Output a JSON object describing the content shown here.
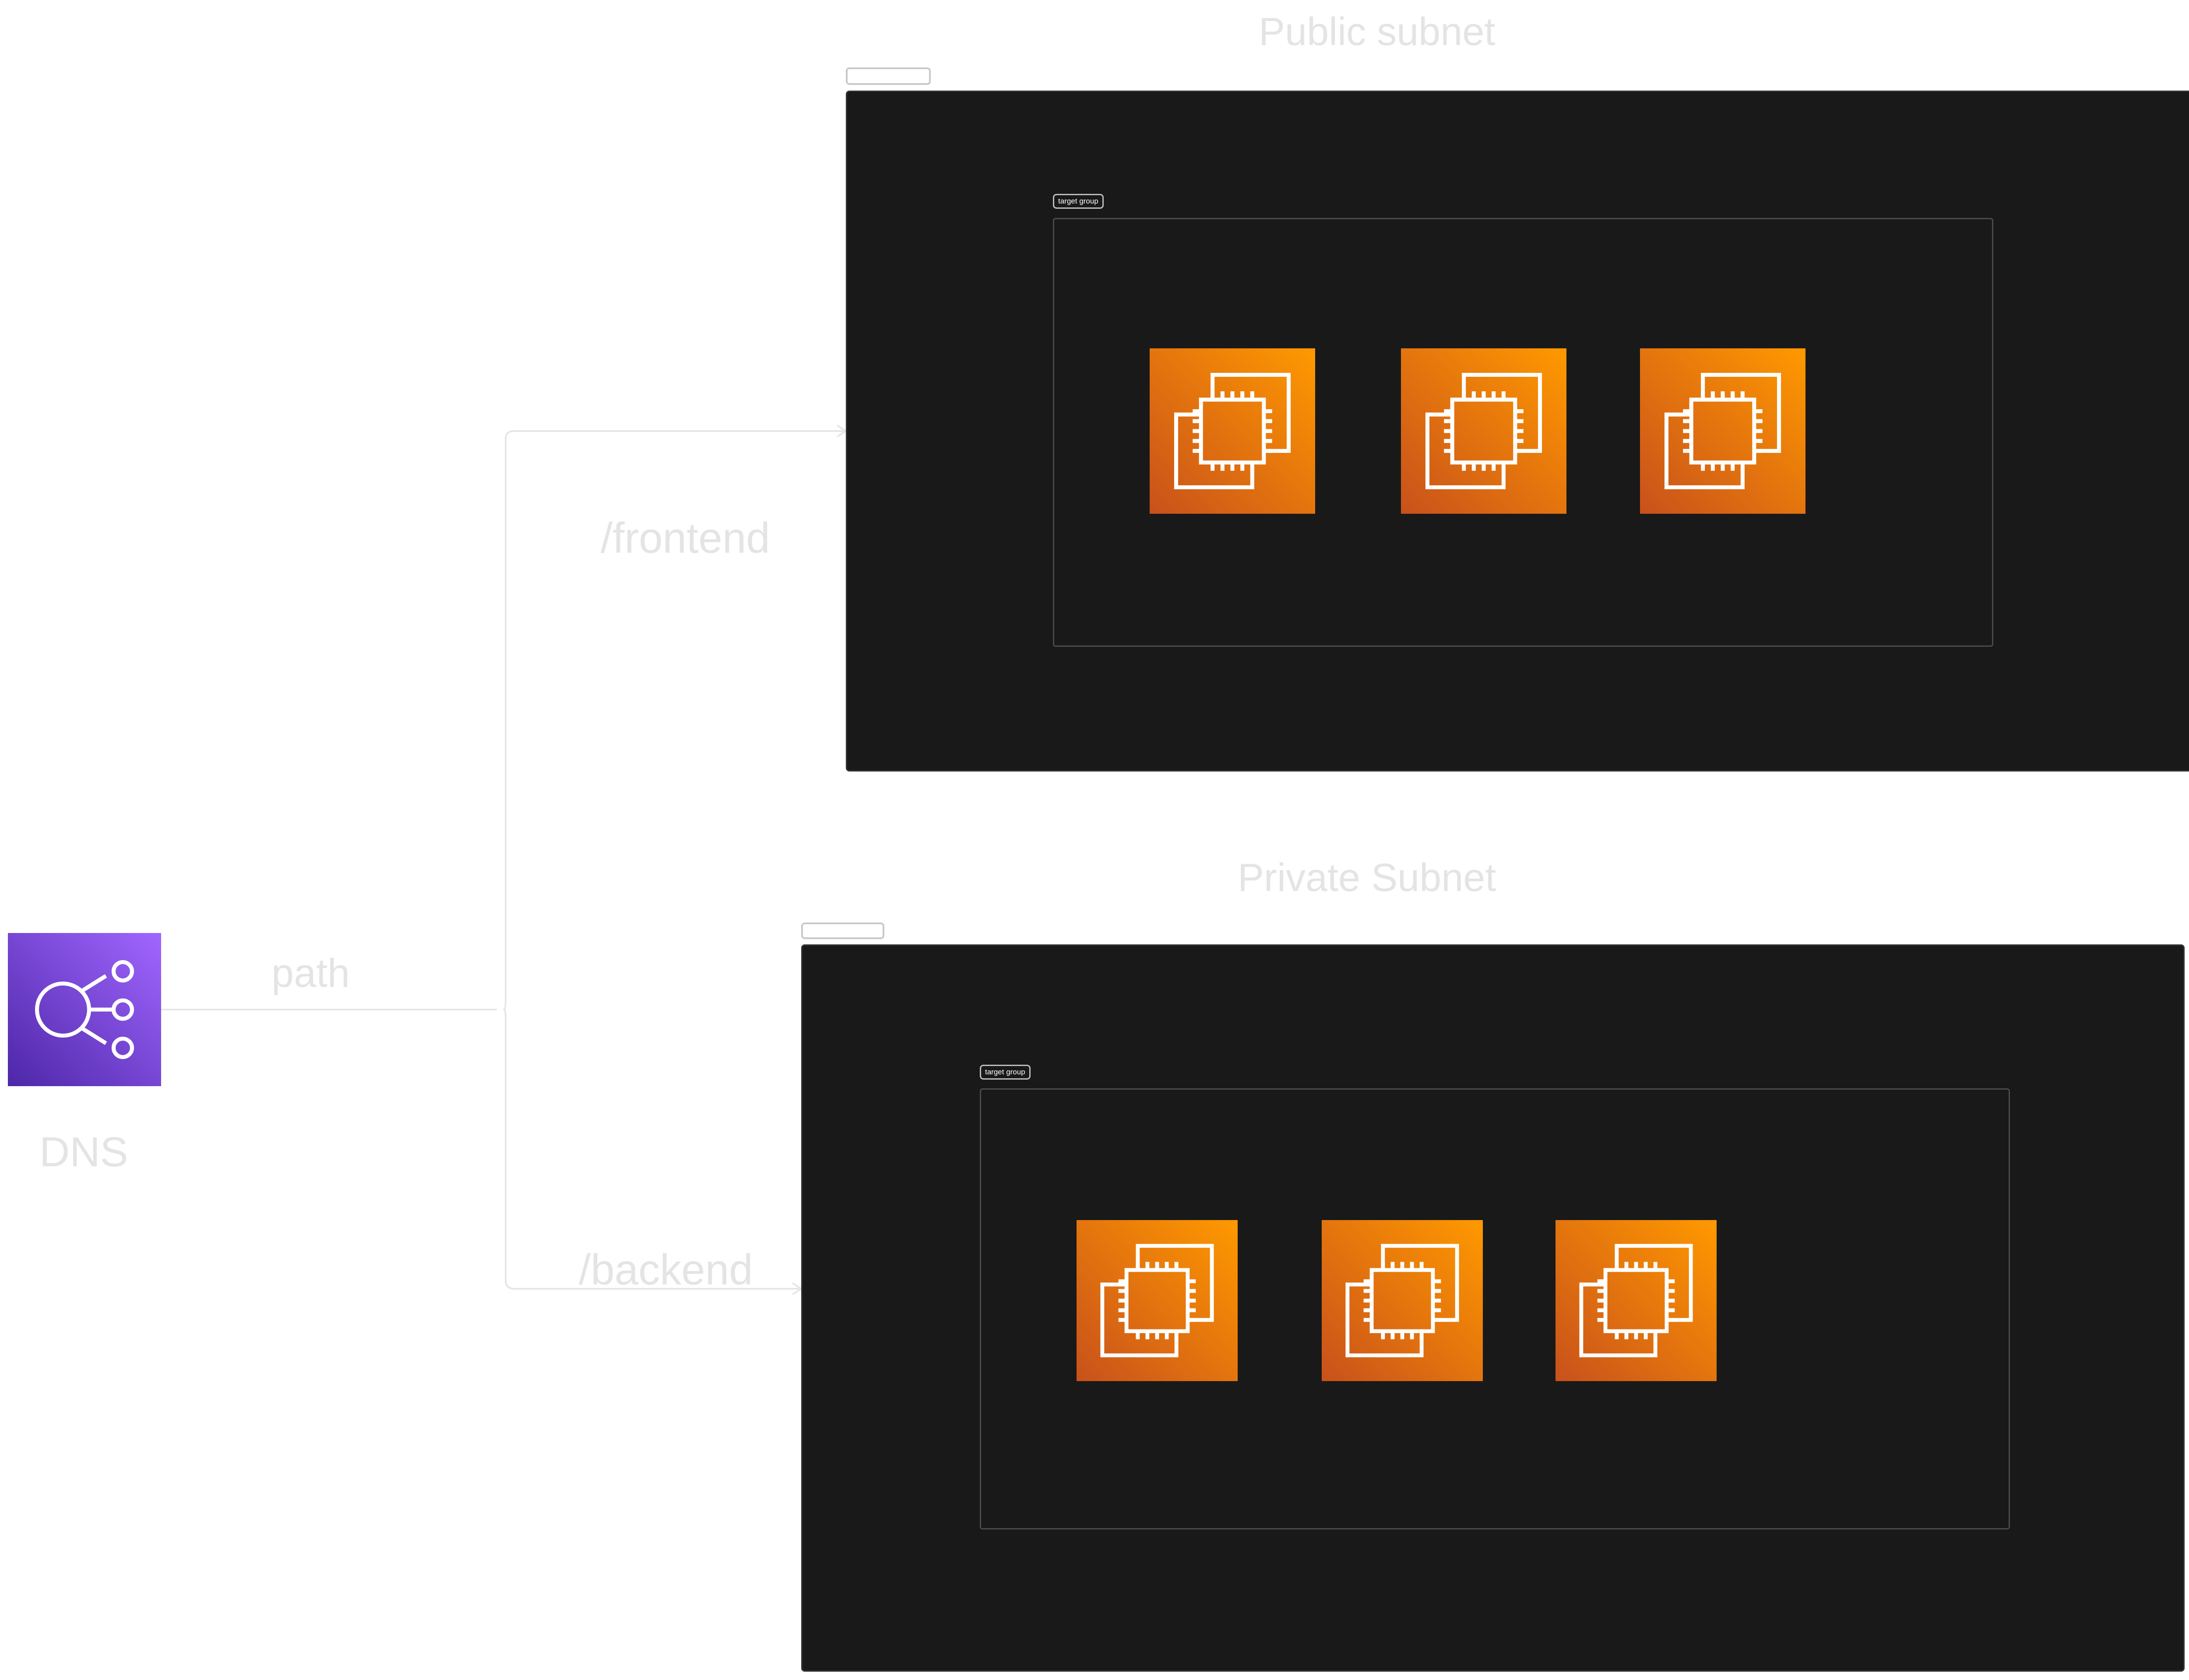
{
  "dns": {
    "label": "DNS",
    "icon": "elastic-load-balancer-icon",
    "color": "#8c4fff"
  },
  "edge_labels": {
    "path": "path",
    "frontend": "/frontend",
    "backend": "/backend"
  },
  "public_subnet": {
    "title": "Public subnet",
    "target_group": {
      "label": "target group",
      "instances": [
        "ec2-instance-icon",
        "ec2-instance-icon",
        "ec2-instance-icon"
      ]
    }
  },
  "private_subnet": {
    "title": "Private Subnet",
    "target_group": {
      "label": "target group",
      "instances": [
        "ec2-instance-icon",
        "ec2-instance-icon",
        "ec2-instance-icon"
      ]
    }
  },
  "colors": {
    "subnet_background": "#191919",
    "ec2_start": "#c8511b",
    "ec2_end": "#ff9900",
    "connector": "#e6e6e6",
    "faint_text": "#e4e4e4"
  }
}
